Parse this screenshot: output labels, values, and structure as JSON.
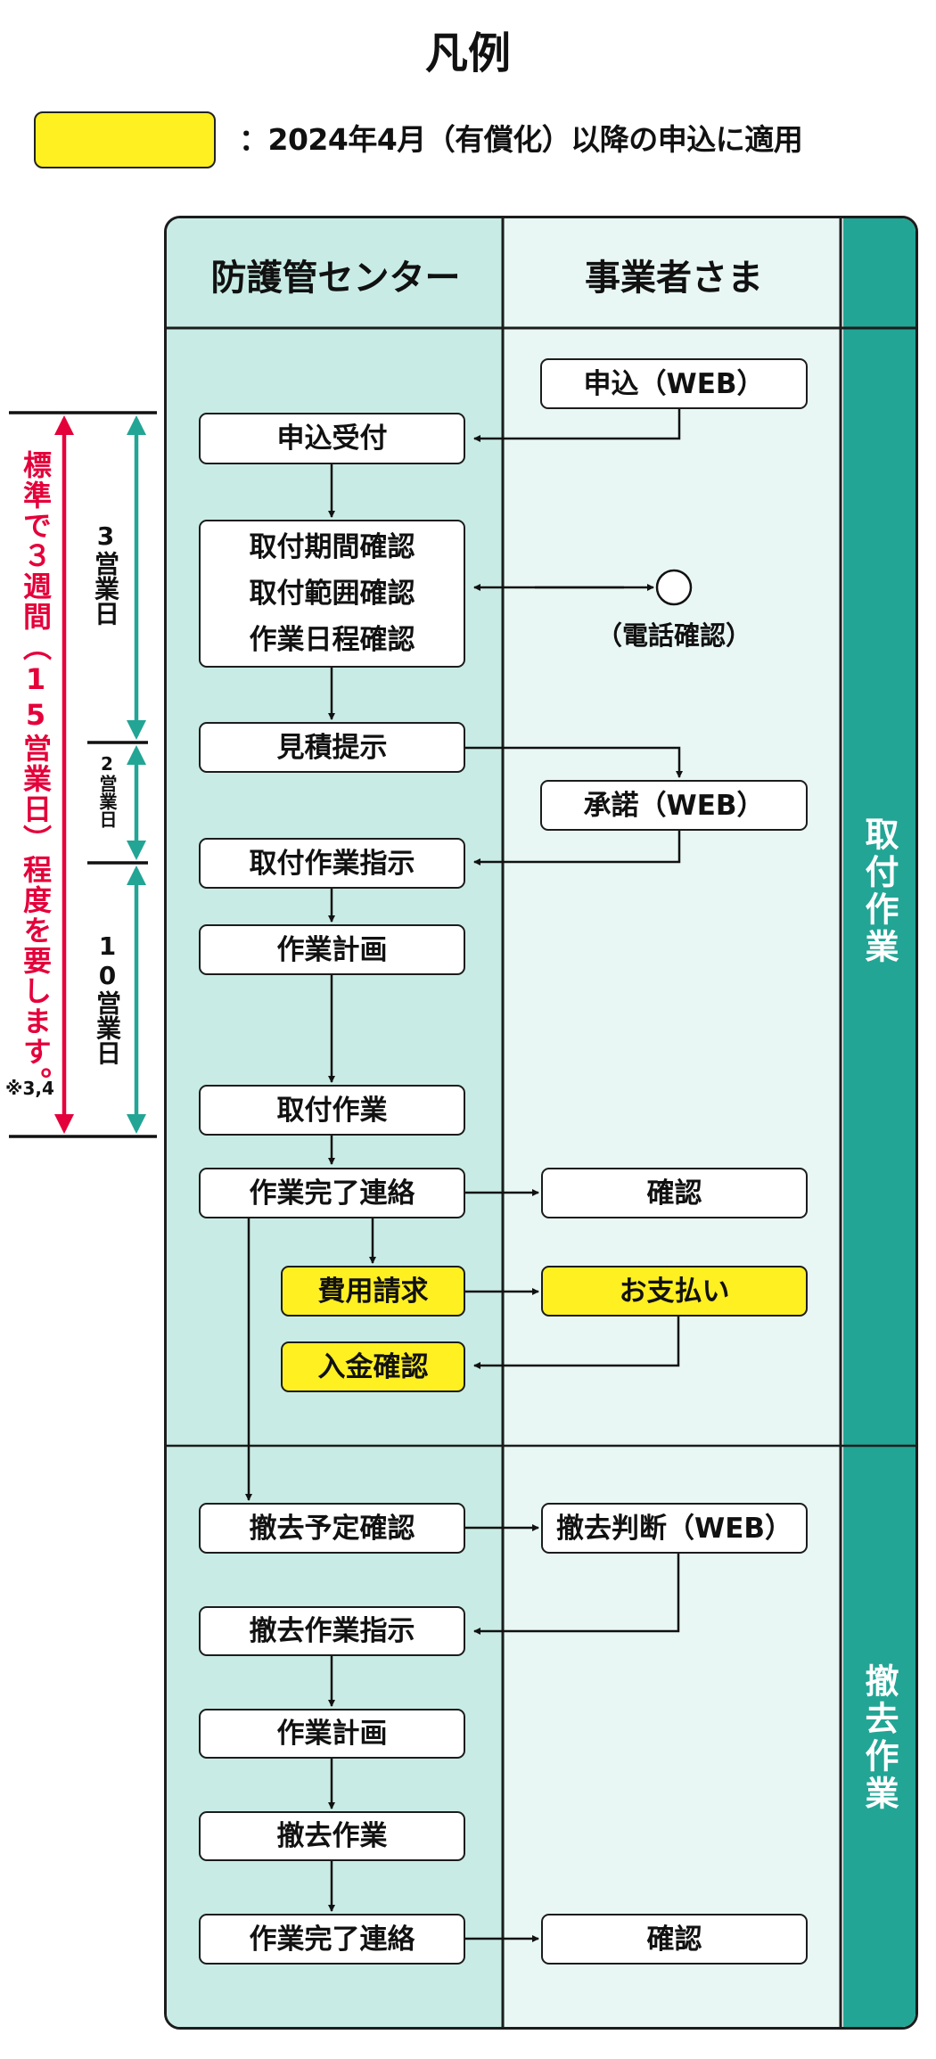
{
  "legend": {
    "title": "凡例",
    "swatch_color": "#fff021",
    "description": "：2024年4月（有償化）以降の申込に適用"
  },
  "colors": {
    "center_column_bg": "#c8ece5",
    "business_column_bg": "#e8f7f4",
    "phase_column_bg": "#22a595",
    "highlight_box_bg": "#fff021",
    "duration_red": "#e4003a",
    "duration_teal": "#22a595"
  },
  "columns": {
    "center": "防護管センター",
    "business": "事業者さま"
  },
  "phases": {
    "install": "取付作業",
    "removal": "撤去作業"
  },
  "install_steps": {
    "apply_web": "申込（WEB）",
    "receive": "申込受付",
    "confirm_multi": "取付期間確認\n取付範囲確認\n作業日程確認",
    "phone_confirm": "（電話確認）",
    "estimate": "見積提示",
    "accept_web": "承諾（WEB）",
    "work_order": "取付作業指示",
    "work_plan": "作業計画",
    "install_work": "取付作業",
    "completion_notice": "作業完了連絡",
    "business_confirm": "確認",
    "fee_request": "費用請求",
    "payment": "お支払い",
    "payment_confirm": "入金確認"
  },
  "removal_steps": {
    "schedule_confirm": "撤去予定確認",
    "decision_web": "撤去判断（WEB）",
    "work_order": "撤去作業指示",
    "work_plan": "作業計画",
    "removal_work": "撤去作業",
    "completion_notice": "作業完了連絡",
    "business_confirm": "確認"
  },
  "durations": {
    "total": "標準で３週間（15営業日）程度を要します。",
    "total_note": "※3,4",
    "segment1": "3営業日",
    "segment2": "2営業日",
    "segment3": "10営業日"
  }
}
